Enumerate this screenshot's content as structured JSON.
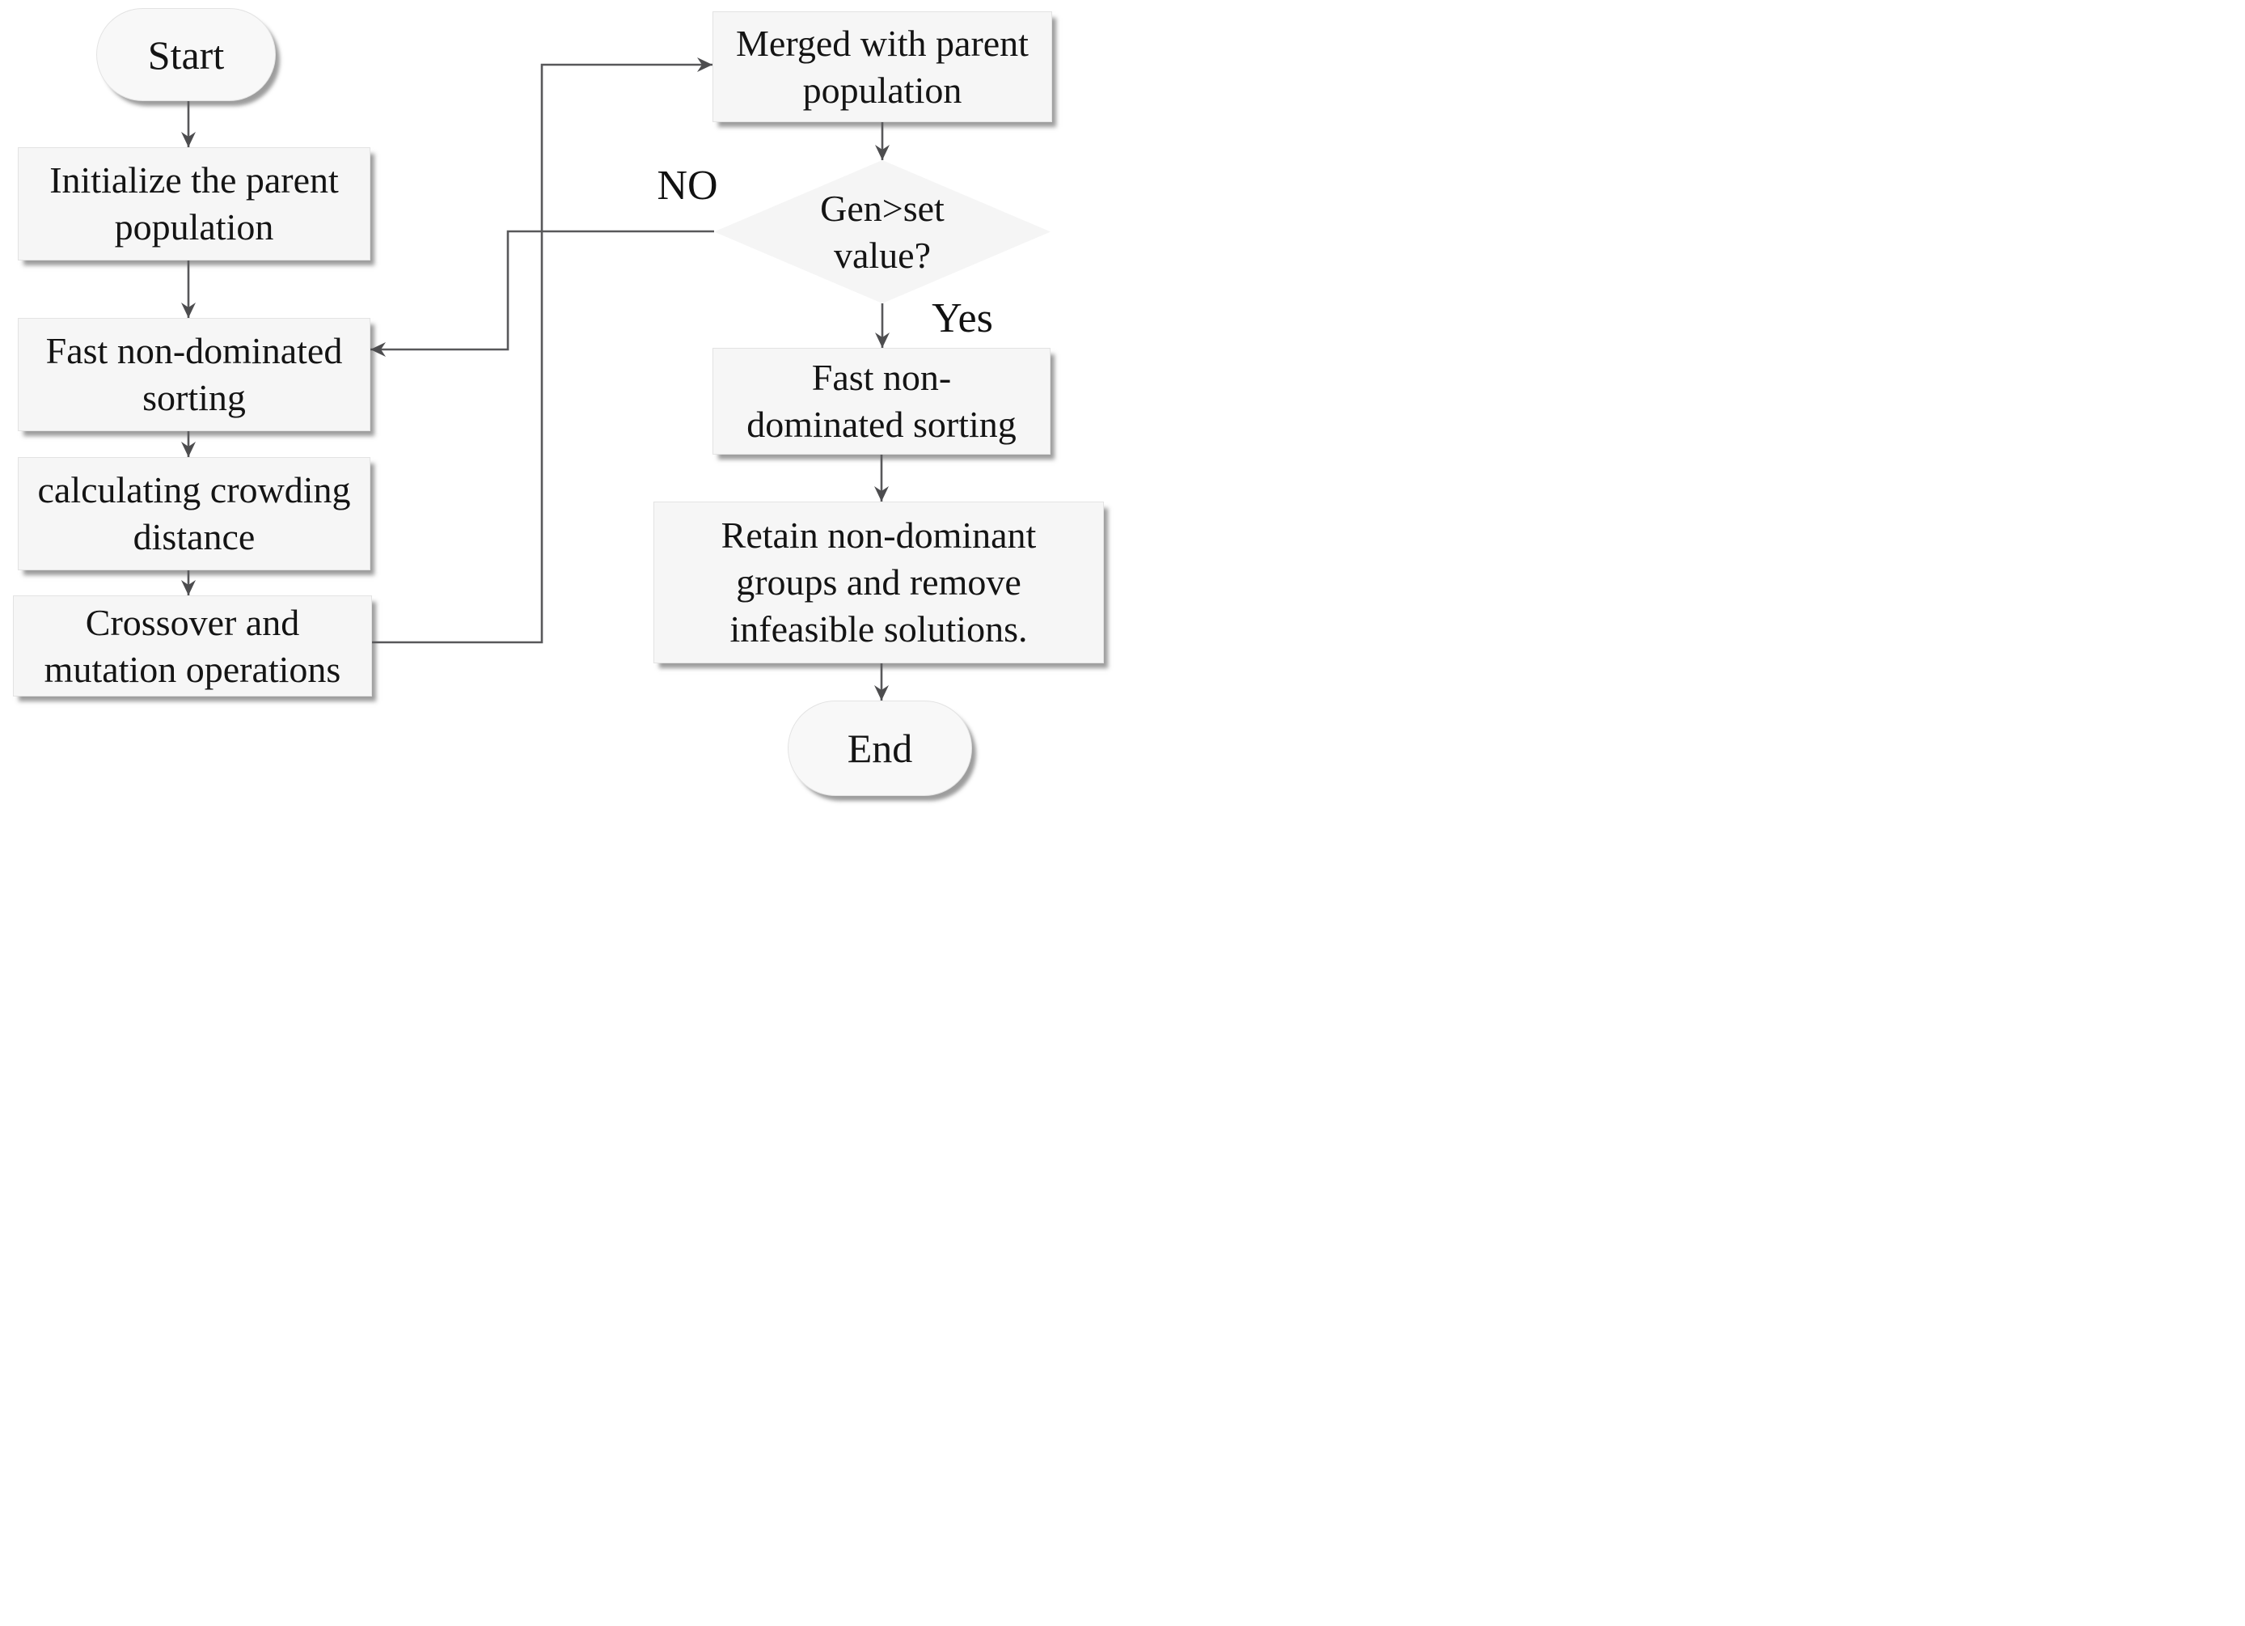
{
  "figure": {
    "kind": "flowchart",
    "colors": {
      "background": "#ffffff",
      "node_fill": "#f6f6f6",
      "terminator_fill": "#f8f8f8",
      "connector": "#58585a",
      "text": "#141414"
    }
  },
  "nodes": {
    "start": {
      "shape": "terminator",
      "text": "Start"
    },
    "initialize": {
      "shape": "process",
      "text": "Initialize the parent\npopulation"
    },
    "fast_sort_left": {
      "shape": "process",
      "text": "Fast non-dominated\nsorting"
    },
    "crowding": {
      "shape": "process",
      "text": "calculating crowding\ndistance"
    },
    "crossover": {
      "shape": "process",
      "text": "Crossover and\nmutation operations"
    },
    "merged": {
      "shape": "process",
      "text": "Merged with parent\npopulation"
    },
    "decision": {
      "shape": "decision",
      "text": "Gen>set\nvalue?"
    },
    "fast_sort_right": {
      "shape": "process",
      "text": "Fast non-\ndominated sorting"
    },
    "retain": {
      "shape": "process",
      "text": "Retain non-dominant\ngroups and remove\ninfeasible solutions."
    },
    "end": {
      "shape": "terminator",
      "text": "End"
    }
  },
  "edge_labels": {
    "no": "NO",
    "yes": "Yes"
  }
}
